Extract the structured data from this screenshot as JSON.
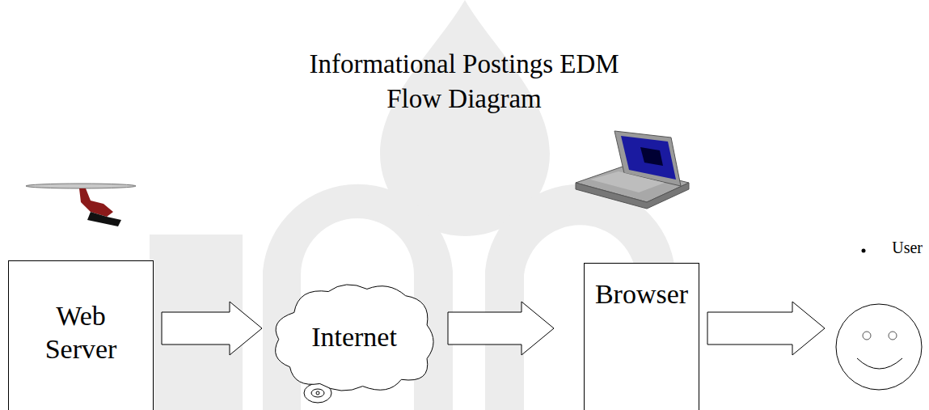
{
  "diagram": {
    "title": "Informational Postings EDM Flow Diagram",
    "nodes": [
      {
        "text": [
          "Web Server"
        ]
      },
      {
        "text": [
          "Internet"
        ]
      },
      {
        "text": [
          "Browser"
        ]
      },
      {
        "text": [
          "User"
        ]
      }
    ],
    "edges": [
      {
        "from": 0,
        "to": 1,
        "arrow": "to"
      },
      {
        "from": 1,
        "to": 2,
        "arrow": "to"
      },
      {
        "from": 2,
        "to": 3,
        "arrow": "to"
      }
    ]
  }
}
